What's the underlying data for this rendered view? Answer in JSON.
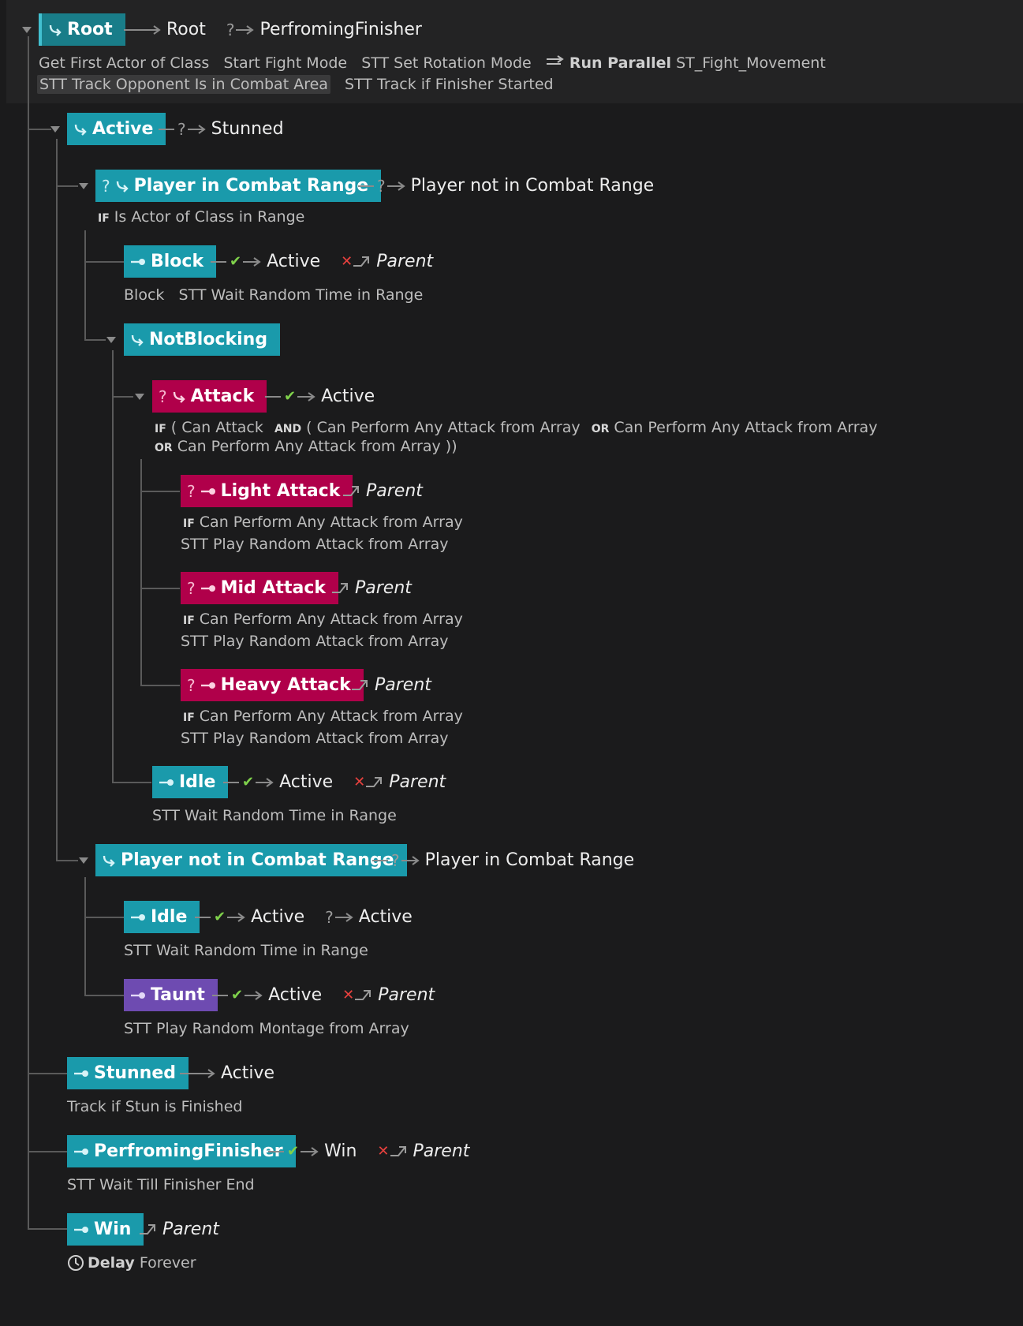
{
  "colors": {
    "teal": "#1a9aab",
    "red": "#b0004a",
    "purple": "#6e4bb1",
    "check": "#7fd14b",
    "cross": "#e8413e"
  },
  "root": {
    "name": "Root",
    "transitions": [
      "Root",
      "PerfromingFinisher"
    ],
    "tasks_line1": [
      "Get First Actor of Class",
      "Start Fight Mode",
      "STT Set Rotation Mode"
    ],
    "run_parallel_label": "Run Parallel",
    "run_parallel_value": "ST_Fight_Movement",
    "tasks_line2": [
      "STT Track Opponent Is in Combat Area",
      "STT Track if Finisher Started"
    ]
  },
  "active": {
    "name": "Active",
    "to": "Stunned"
  },
  "player_in_range": {
    "name": "Player in Combat Range",
    "to": "Player not in Combat Range",
    "if_kw": "IF",
    "condition": "Is Actor of Class in Range"
  },
  "block": {
    "name": "Block",
    "success": "Active",
    "fail": "Parent",
    "tasks": [
      "Block",
      "STT Wait Random Time in Range"
    ]
  },
  "notblocking": {
    "name": "NotBlocking"
  },
  "attack": {
    "name": "Attack",
    "success": "Active",
    "if_kw": "IF",
    "and_kw": "AND",
    "or_kw": "OR",
    "cond_line1_a": "( Can Attack",
    "cond_line1_b": "( Can Perform Any Attack from Array",
    "cond_line1_c": "Can Perform Any Attack from Array",
    "cond_line2": "Can Perform Any Attack from Array ))"
  },
  "light_attack": {
    "name": "Light Attack",
    "to": "Parent",
    "condition": "Can Perform Any Attack from Array",
    "task": "STT Play Random Attack from Array"
  },
  "mid_attack": {
    "name": "Mid Attack",
    "to": "Parent",
    "condition": "Can Perform Any Attack from Array",
    "task": "STT Play Random Attack from Array"
  },
  "heavy_attack": {
    "name": "Heavy Attack",
    "to": "Parent",
    "condition": "Can Perform Any Attack from Array",
    "task": "STT Play Random Attack from Array"
  },
  "idle1": {
    "name": "Idle",
    "success": "Active",
    "fail": "Parent",
    "task": "STT Wait Random Time in Range"
  },
  "player_not_in_range": {
    "name": "Player not in Combat Range",
    "to": "Player in Combat Range"
  },
  "idle2": {
    "name": "Idle",
    "success": "Active",
    "cond_to": "Active",
    "task": "STT Wait Random Time in Range"
  },
  "taunt": {
    "name": "Taunt",
    "success": "Active",
    "fail": "Parent",
    "task": "STT Play Random Montage from Array"
  },
  "stunned": {
    "name": "Stunned",
    "to": "Active",
    "task": "Track if Stun is Finished"
  },
  "finisher": {
    "name": "PerfromingFinisher",
    "success": "Win",
    "fail": "Parent",
    "task": "STT Wait Till Finisher End"
  },
  "win": {
    "name": "Win",
    "to": "Parent",
    "delay_label": "Delay",
    "delay_value": "Forever"
  }
}
